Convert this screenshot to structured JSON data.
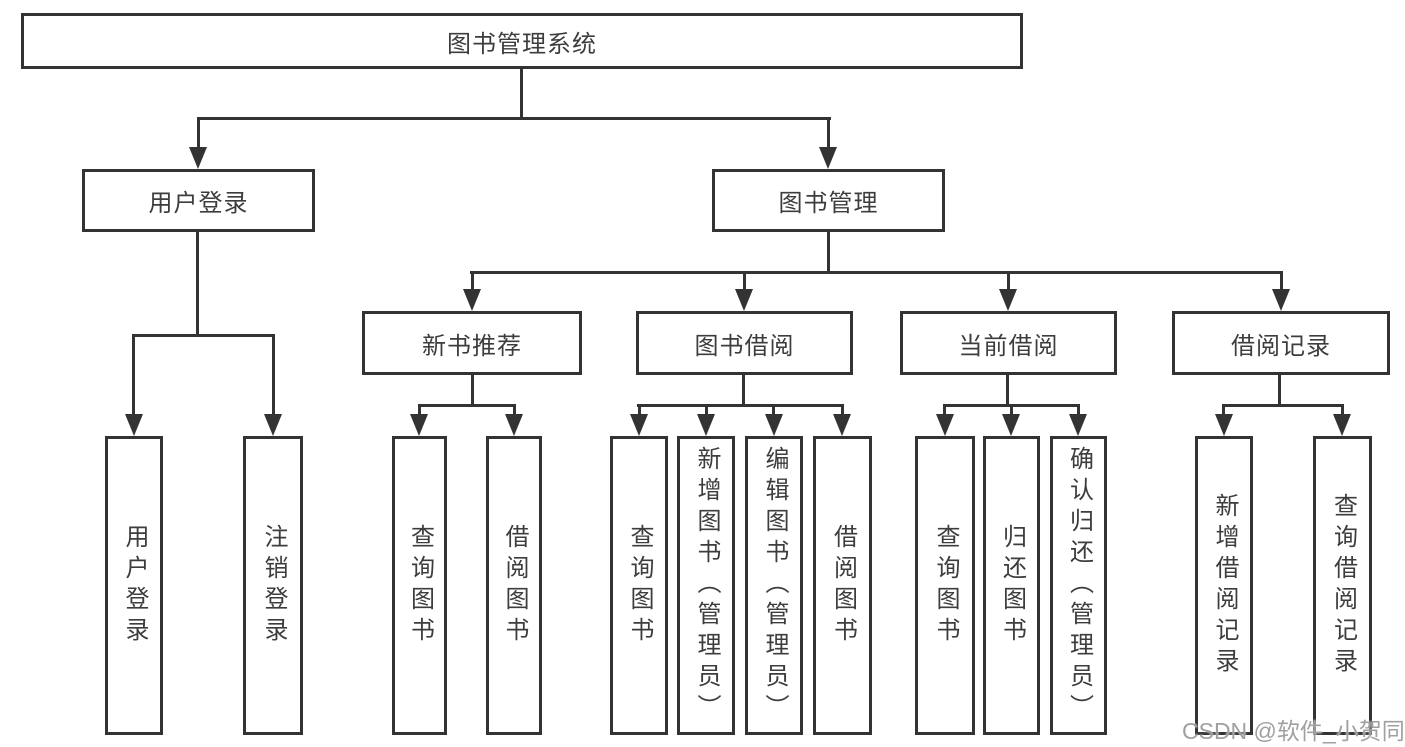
{
  "tree": {
    "root": {
      "label": "图书管理系统",
      "children": [
        {
          "label": "用户登录",
          "children": [
            {
              "label": "用户登录"
            },
            {
              "label": "注销登录"
            }
          ]
        },
        {
          "label": "图书管理",
          "children": [
            {
              "label": "新书推荐",
              "children": [
                {
                  "label": "查询图书"
                },
                {
                  "label": "借阅图书"
                }
              ]
            },
            {
              "label": "图书借阅",
              "children": [
                {
                  "label": "查询图书"
                },
                {
                  "label": "新增图书（管理员）"
                },
                {
                  "label": "编辑图书（管理员）"
                },
                {
                  "label": "借阅图书"
                }
              ]
            },
            {
              "label": "当前借阅",
              "children": [
                {
                  "label": "查询图书"
                },
                {
                  "label": "归还图书"
                },
                {
                  "label": "确认归还（管理员）"
                }
              ]
            },
            {
              "label": "借阅记录",
              "children": [
                {
                  "label": "新增借阅记录"
                },
                {
                  "label": "查询借阅记录"
                }
              ]
            }
          ]
        }
      ]
    }
  },
  "watermark": {
    "text": "CSDN @软件_小贺同学"
  },
  "colors": {
    "line": "#333333",
    "box_border": "#333333",
    "text": "#3d3d3d",
    "watermark": "#9b9b9b"
  }
}
